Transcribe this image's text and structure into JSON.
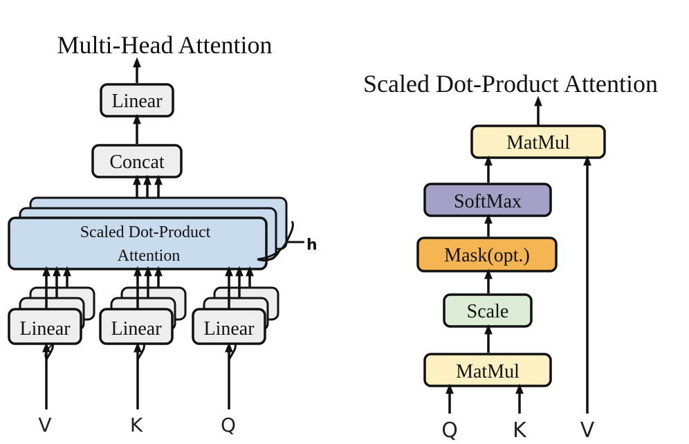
{
  "multi_head": {
    "title": "Multi-Head Attention",
    "top_linear": "Linear",
    "concat": "Concat",
    "attention_line1": "Scaled Dot-Product",
    "attention_line2": "Attention",
    "heads_label": "h",
    "input_linears": [
      "Linear",
      "Linear",
      "Linear"
    ],
    "inputs": [
      "V",
      "K",
      "Q"
    ]
  },
  "scaled_dot": {
    "title": "Scaled Dot-Product Attention",
    "top_matmul": "MatMul",
    "softmax": "SoftMax",
    "mask": "Mask(opt.)",
    "scale": "Scale",
    "bottom_matmul": "MatMul",
    "inputs": [
      "Q",
      "K",
      "V"
    ]
  },
  "colors": {
    "stroke": "#111111",
    "linear_fill": "#eeeeee",
    "attention_fill": "#c9dcee",
    "matmul_fill": "#fdf1c4",
    "softmax_fill": "#a5a0c7",
    "mask_fill": "#f4b552",
    "scale_fill": "#dcecd5"
  }
}
